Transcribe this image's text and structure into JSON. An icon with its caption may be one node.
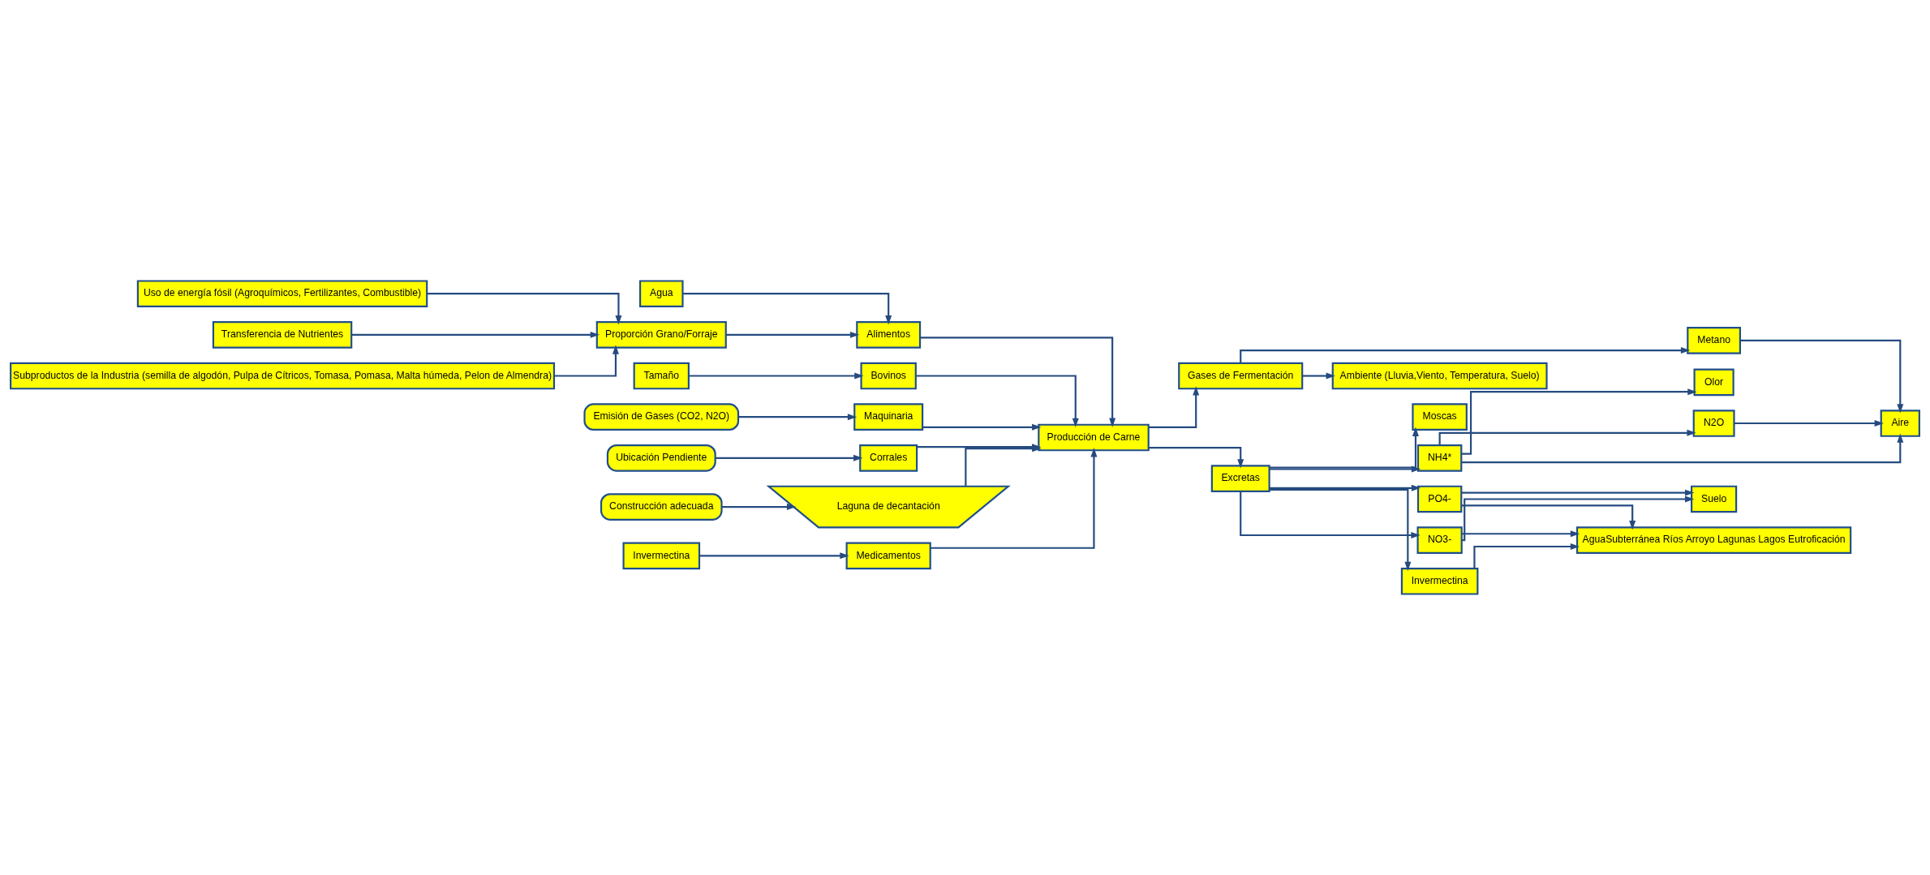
{
  "diagram": {
    "nodes": [
      {
        "text": [
          "Uso de energía fósil (Agroquímicos, Fertilizantes, Combustible)"
        ]
      },
      {
        "text": [
          "Transferencia de Nutrientes"
        ]
      },
      {
        "text": [
          "Proporción Grano/Forraje"
        ]
      },
      {
        "text": [
          "Subproductos de la Industria (semilla de algodón, Pulpa de Cítricos, Tomasa, Pomasa, Malta húmeda, Pelon de Almendra)"
        ]
      },
      {
        "text": [
          "Alimentos"
        ]
      },
      {
        "text": [
          "Agua"
        ]
      },
      {
        "text": [
          "Tamaño"
        ]
      },
      {
        "text": [
          "Bovinos"
        ]
      },
      {
        "text": [
          "Producción de Carne"
        ]
      },
      {
        "text": [
          "Ambiente (Lluvia,Viento, Temperatura, Suelo)"
        ]
      },
      {
        "text": [
          "Gases de Fermentación"
        ]
      },
      {
        "text": [
          "Metano"
        ]
      },
      {
        "text": [
          "Aire"
        ]
      },
      {
        "text": [
          "N2O"
        ]
      },
      {
        "text": [
          "Olor"
        ]
      },
      {
        "text": [
          "NH4*"
        ]
      },
      {
        "text": [
          "Excretas"
        ]
      },
      {
        "text": [
          "NO3-"
        ]
      },
      {
        "text": [
          "Suelo"
        ]
      },
      {
        "text": [
          "PO4-"
        ]
      },
      {
        "text": [
          "Emisión de Gases (CO2, N2O)"
        ]
      },
      {
        "text": [
          "Maquinaria"
        ]
      },
      {
        "text": [
          "Ubicación Pendiente"
        ]
      },
      {
        "text": [
          "Corrales"
        ]
      },
      {
        "text": [
          "Construcción adecuada"
        ]
      },
      {
        "text": [
          "Laguna de decantación"
        ]
      },
      {
        "text": [
          "Moscas"
        ]
      },
      {
        "text": [
          "Invermectina"
        ]
      },
      {
        "text": [
          "Medicamentos"
        ]
      },
      {
        "text": [
          "Invermectina"
        ]
      },
      {
        "text": [
          "AguaSubterránea Ríos Arroyo Lagunas Lagos Eutroficación"
        ]
      }
    ],
    "edges": [
      {
        "from": 0,
        "to": 2,
        "arrow": "to"
      },
      {
        "from": 1,
        "to": 2,
        "arrow": "to"
      },
      {
        "from": 3,
        "to": 2,
        "arrow": "to"
      },
      {
        "from": 2,
        "to": 4,
        "arrow": "to"
      },
      {
        "from": 5,
        "to": 4,
        "arrow": "to"
      },
      {
        "from": 4,
        "to": 8,
        "arrow": "to"
      },
      {
        "from": 6,
        "to": 7,
        "arrow": "to"
      },
      {
        "from": 7,
        "to": 8,
        "arrow": "to"
      },
      {
        "from": 8,
        "to": 10,
        "arrow": "to"
      },
      {
        "from": 10,
        "to": 9,
        "arrow": "to"
      },
      {
        "from": 10,
        "to": 11,
        "arrow": "to"
      },
      {
        "from": 11,
        "to": 12,
        "arrow": "to"
      },
      {
        "from": 13,
        "to": 12,
        "arrow": "to"
      },
      {
        "from": 15,
        "to": 12,
        "arrow": "to"
      },
      {
        "from": 15,
        "to": 13,
        "arrow": "to"
      },
      {
        "from": 15,
        "to": 14,
        "arrow": "to"
      },
      {
        "from": 8,
        "to": 16,
        "arrow": "to"
      },
      {
        "from": 16,
        "to": 15,
        "arrow": "to"
      },
      {
        "from": 16,
        "to": 17,
        "arrow": "to"
      },
      {
        "from": 17,
        "to": 18,
        "arrow": "to"
      },
      {
        "from": 17,
        "to": 30,
        "arrow": "to"
      },
      {
        "from": 16,
        "to": 19,
        "arrow": "to"
      },
      {
        "from": 19,
        "to": 18,
        "arrow": "to"
      },
      {
        "from": 19,
        "to": 30,
        "arrow": "to"
      },
      {
        "from": 16,
        "to": 26,
        "arrow": "to"
      },
      {
        "from": 16,
        "to": 27,
        "arrow": "to"
      },
      {
        "from": 27,
        "to": 30,
        "arrow": "to"
      },
      {
        "from": 20,
        "to": 21,
        "arrow": "to"
      },
      {
        "from": 21,
        "to": 8,
        "arrow": "to"
      },
      {
        "from": 22,
        "to": 23,
        "arrow": "to"
      },
      {
        "from": 23,
        "to": 8,
        "arrow": "to"
      },
      {
        "from": 24,
        "to": 25,
        "arrow": "to"
      },
      {
        "from": 25,
        "to": 8,
        "arrow": "to"
      },
      {
        "from": 29,
        "to": 28,
        "arrow": "to"
      },
      {
        "from": 28,
        "to": 8,
        "arrow": "to"
      }
    ]
  }
}
